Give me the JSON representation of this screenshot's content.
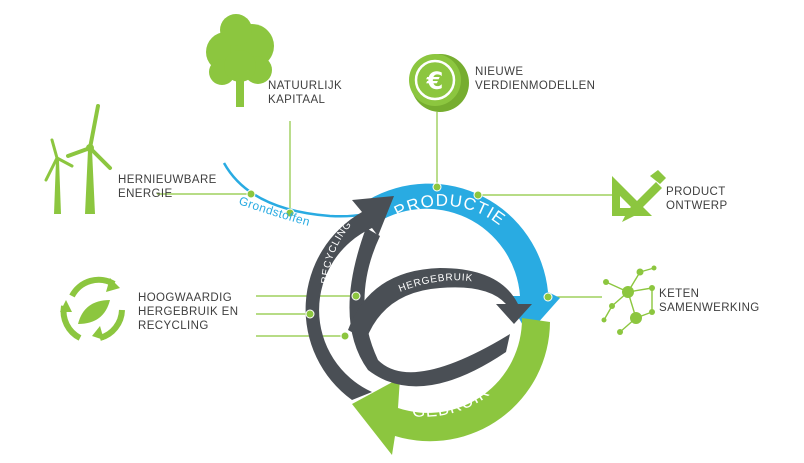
{
  "colors": {
    "blue": "#29abe2",
    "green": "#8cc63f",
    "grey": "#4a4f55",
    "connector": "#8cc63f",
    "text": "#3e3e3e"
  },
  "cycle": {
    "productie": "PRODUCTIE",
    "gebruik": "GEBRUIK",
    "hergebruik": "HERGEBRUIK",
    "recycling_inner": "RECYCLING",
    "recycling_outer": "RECYCLING",
    "grondstoffen": "Grondstoffen"
  },
  "labels": {
    "natuurlijk_kapitaal": [
      "NATUURLIJK",
      "KAPITAAL"
    ],
    "nieuwe_verdienmodellen": [
      "NIEUWE",
      "VERDIENMODELLEN"
    ],
    "hernieuwbare_energie": [
      "HERNIEUWBARE",
      "ENERGIE"
    ],
    "product_ontwerp": [
      "PRODUCT",
      "ONTWERP"
    ],
    "hoogwaardig": [
      "HOOGWAARDIG",
      "HERGEBRUIK EN",
      "RECYCLING"
    ],
    "keten": [
      "KETEN",
      "SAMENWERKING"
    ]
  },
  "icons": {
    "tree": "tree-icon",
    "euro": "euro-coin-icon",
    "wind": "wind-turbine-icon",
    "design": "pencil-ruler-icon",
    "recycle": "recycle-leaf-icon",
    "network": "network-icon"
  }
}
